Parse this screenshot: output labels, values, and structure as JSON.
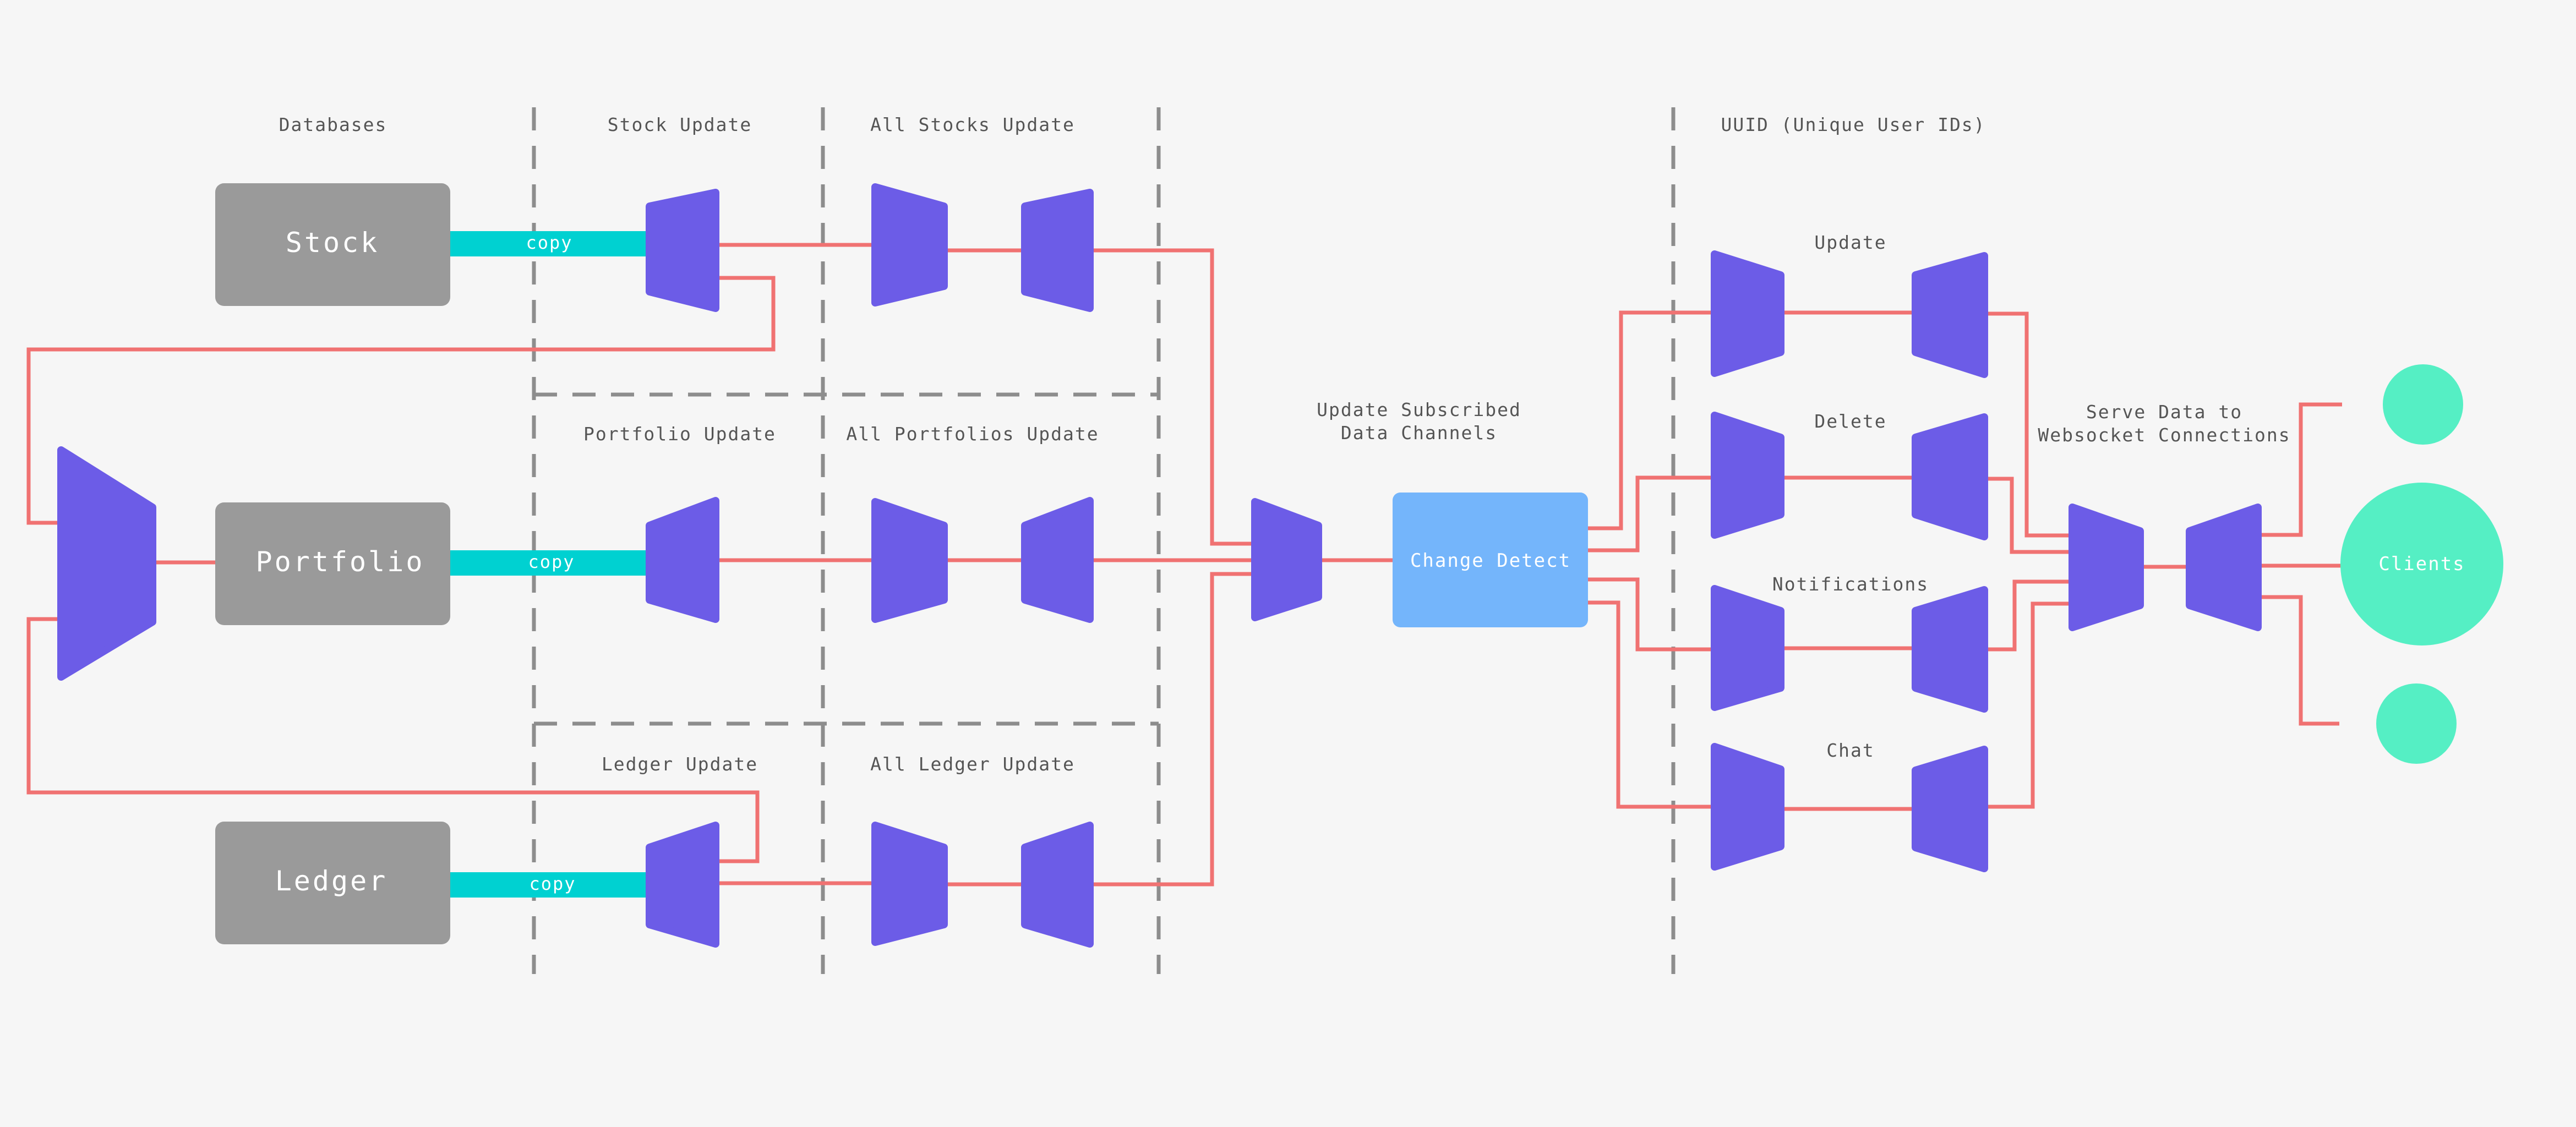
{
  "headers": {
    "databases": "Databases",
    "stock_update": "Stock Update",
    "all_stocks_update": "All Stocks Update",
    "portfolio_update": "Portfolio Update",
    "all_portfolios_update": "All Portfolios Update",
    "ledger_update": "Ledger Update",
    "all_ledger_update": "All Ledger Update",
    "update_subscribed_line1": "Update Subscribed",
    "update_subscribed_line2": "Data Channels",
    "uuid": "UUID (Unique User IDs)",
    "update": "Update",
    "delete": "Delete",
    "notifications": "Notifications",
    "chat": "Chat",
    "serve_line1": "Serve Data to",
    "serve_line2": "Websocket Connections"
  },
  "databases": {
    "stock": "Stock",
    "portfolio": "Portfolio",
    "ledger": "Ledger"
  },
  "copy_label": "copy",
  "change_detect": "Change Detect",
  "clients": "Clients",
  "colors": {
    "background": "#f6f6f6",
    "node": "#6c5ce7",
    "wire": "#f07272",
    "copy_bar": "#00d1d1",
    "database": "#9a9a9a",
    "change_detect": "#74b5fb",
    "client": "#55efc4",
    "dashed_divider": "#8d8d8d"
  }
}
